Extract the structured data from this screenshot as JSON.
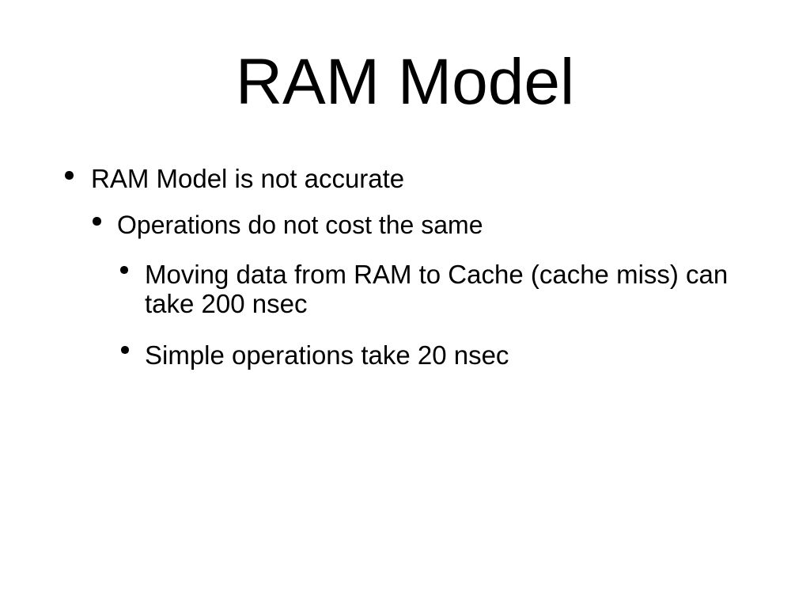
{
  "slide": {
    "title": "RAM Model",
    "background_color": "#ffffff",
    "text_color": "#000000",
    "bullets": [
      {
        "level": 1,
        "text": "RAM Model is not accurate",
        "lines": [
          "RAM Model is not accurate"
        ]
      },
      {
        "level": 2,
        "text": "Operations do not cost the same",
        "lines": [
          "Operations do not cost the same"
        ]
      },
      {
        "level": 3,
        "text": "Moving data from RAM to Cache (cache miss) can take 200 nsec",
        "lines": [
          "Moving data from RAM to Cache (cache miss) can",
          "take 200 nsec"
        ]
      },
      {
        "level": 3,
        "text": "Simple operations take 20 nsec",
        "lines": [
          "Simple operations take 20 nsec"
        ]
      }
    ]
  }
}
